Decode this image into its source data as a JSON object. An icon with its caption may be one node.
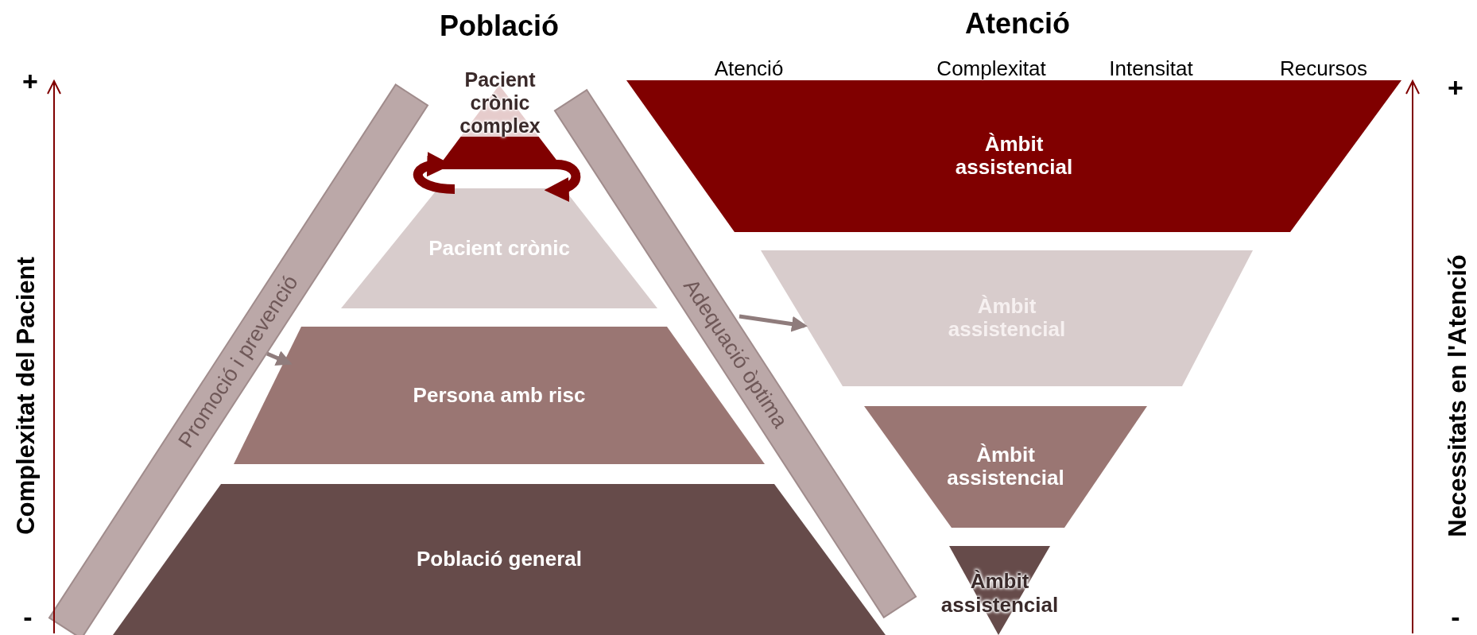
{
  "diagram": {
    "nodes": [
      {
        "text": [
          "Pacient crònic complex"
        ]
      },
      {
        "text": [
          "Pacient crònic"
        ]
      },
      {
        "text": [
          "Persona amb risc"
        ]
      },
      {
        "text": [
          "Població general"
        ]
      },
      {
        "text": [
          "Promoció i prevenció"
        ]
      },
      {
        "text": [
          "Adequació òptima"
        ]
      },
      {
        "text": [
          "Àmbit assistencial"
        ]
      },
      {
        "text": [
          "Àmbit assistencial"
        ]
      },
      {
        "text": [
          "Àmbit assistencial"
        ]
      },
      {
        "text": [
          "Àmbit assistencial"
        ]
      }
    ],
    "edges": [
      {
        "from": 1,
        "to": 0,
        "arrow": "to",
        "style": "thick",
        "color": "#800000"
      },
      {
        "from": 0,
        "to": 1,
        "arrow": "to",
        "style": "thick",
        "color": "#800000"
      },
      {
        "from": 4,
        "to": 2,
        "arrow": "to",
        "color": "#8f7c7c"
      },
      {
        "from": 5,
        "to": 7,
        "arrow": "to",
        "color": "#8f7c7c"
      }
    ],
    "labels": [
      "Població",
      "Atenció",
      "Atenció",
      "Complexitat",
      "Intensitat",
      "Recursos",
      "+",
      "+",
      "Complexitat del Pacient",
      "Necessitats en l'Atenció",
      "-",
      "-"
    ]
  }
}
